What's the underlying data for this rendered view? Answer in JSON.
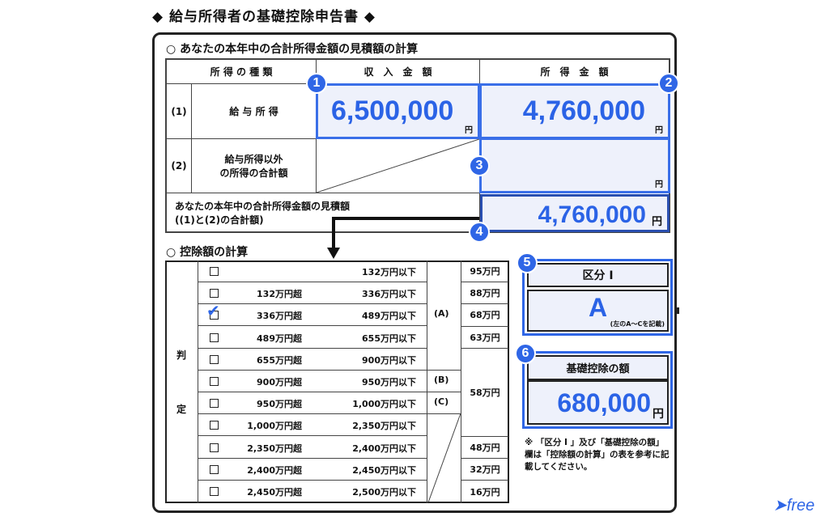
{
  "title": "◆ 給与所得者の基礎控除申告書 ◆",
  "section1": {
    "heading": "○ あなたの本年中の合計所得金額の見積額の計算",
    "headers": [
      "所 得 の 種 類",
      "収　入　金　額",
      "所　得　金　額"
    ],
    "rows": [
      {
        "num": "(1)",
        "label": "給 与 所 得",
        "income": "6,500,000",
        "amount": "4,760,000"
      },
      {
        "num": "(2)",
        "label1": "給与所得以外",
        "label2": "の所得の合計額",
        "amount": ""
      }
    ],
    "total_label1": "あなたの本年中の合計所得金額の見積額",
    "total_label2": "((1)と(2)の合計額)",
    "total": "4,760,000",
    "yen": "円"
  },
  "badges": [
    "1",
    "2",
    "3",
    "4",
    "5",
    "6"
  ],
  "section2": {
    "heading": "○ 控除額の計算",
    "side_label": [
      "判",
      "定"
    ],
    "rows": [
      {
        "lo": "",
        "hi": "132万円以下",
        "checked": false
      },
      {
        "lo": "132万円超",
        "hi": "336万円以下",
        "checked": false
      },
      {
        "lo": "336万円超",
        "hi": "489万円以下",
        "checked": true
      },
      {
        "lo": "489万円超",
        "hi": "655万円以下",
        "checked": false
      },
      {
        "lo": "655万円超",
        "hi": "900万円以下",
        "checked": false
      },
      {
        "lo": "900万円超",
        "hi": "950万円以下",
        "checked": false
      },
      {
        "lo": "950万円超",
        "hi": "1,000万円以下",
        "checked": false
      },
      {
        "lo": "1,000万円超",
        "hi": "2,350万円以下",
        "checked": false
      },
      {
        "lo": "2,350万円超",
        "hi": "2,400万円以下",
        "checked": false
      },
      {
        "lo": "2,400万円超",
        "hi": "2,450万円以下",
        "checked": false
      },
      {
        "lo": "2,450万円超",
        "hi": "2,500万円以下",
        "checked": false
      }
    ],
    "categories": [
      "(A)",
      "(B)",
      "(C)"
    ],
    "amounts": [
      "95万円",
      "88万円",
      "68万円",
      "63万円",
      "58万円",
      "48万円",
      "32万円",
      "16万円"
    ]
  },
  "kubun": {
    "header": "区分 I",
    "value": "A",
    "note": "(左のA～Cを記載)"
  },
  "kiso": {
    "header": "基礎控除の額",
    "value": "680,000",
    "yen": "円"
  },
  "footnote": "※ 「区分 I 」及び「基礎控除の額」欄は「控除額の計算」の表を参考に記載してください。",
  "logo": "free",
  "colors": {
    "accent": "#2f66e6",
    "fill": "#eef1fb"
  }
}
